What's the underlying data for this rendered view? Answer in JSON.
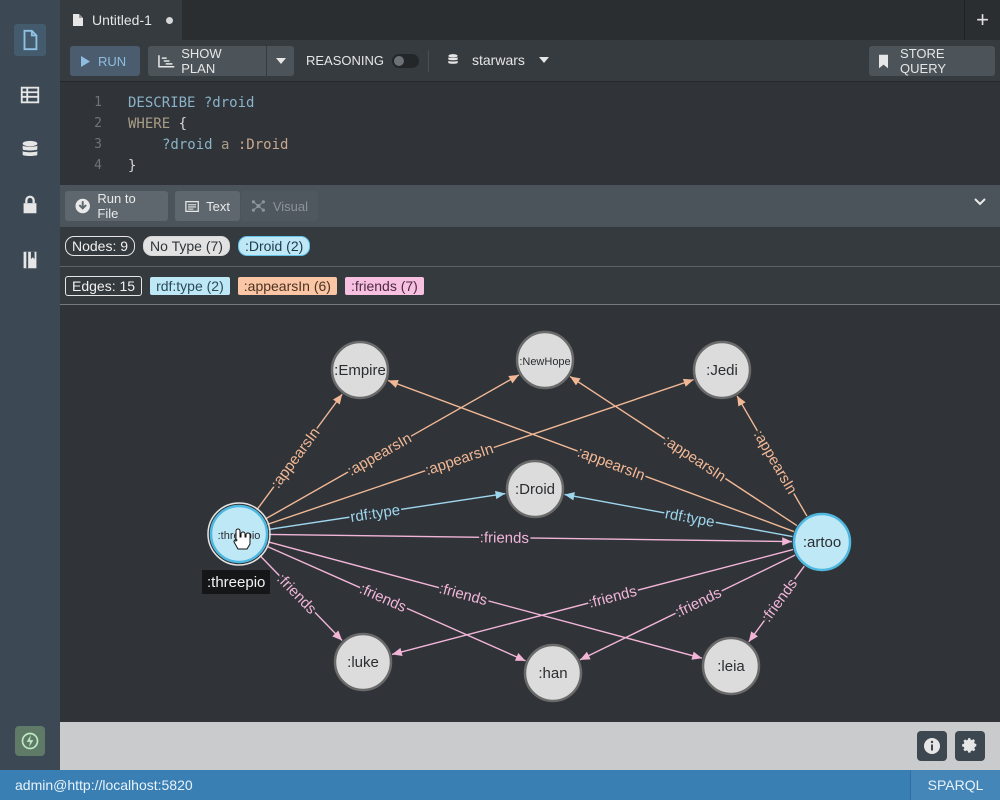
{
  "tab": {
    "title": "Untitled-1"
  },
  "toolbar": {
    "run_label": "RUN",
    "show_plan_label": "SHOW PLAN",
    "reasoning_label": "REASONING",
    "reasoning_enabled": false,
    "database": "starwars",
    "store_query_label": "STORE QUERY"
  },
  "editor": {
    "lines": [
      {
        "num": "1",
        "kw": "DESCRIBE",
        "rest": " ?droid"
      },
      {
        "num": "2",
        "kw": "WHERE",
        "rest": " {"
      },
      {
        "num": "3",
        "var": "?droid",
        "a": " a ",
        "pname": ":Droid"
      },
      {
        "num": "4",
        "rest": "}"
      }
    ]
  },
  "results": {
    "run_to_file_label": "Run to File",
    "text_label": "Text",
    "visual_label": "Visual"
  },
  "filters": {
    "nodes": "Nodes: 9",
    "node_types": [
      "No Type (7)",
      ":Droid (2)"
    ],
    "edges": "Edges: 15",
    "edge_types": [
      "rdf:type (2)",
      ":appearsIn (6)",
      ":friends (7)"
    ]
  },
  "graph": {
    "nodes": [
      {
        "id": "empire",
        "label": ":Empire",
        "type": "none"
      },
      {
        "id": "newhope",
        "label": ":NewHope",
        "type": "none"
      },
      {
        "id": "jedi",
        "label": ":Jedi",
        "type": "none"
      },
      {
        "id": "droid",
        "label": ":Droid",
        "type": "none"
      },
      {
        "id": "threepio",
        "label": ":threepio",
        "type": "droid"
      },
      {
        "id": "artoo",
        "label": ":artoo",
        "type": "droid"
      },
      {
        "id": "luke",
        "label": ":luke",
        "type": "none"
      },
      {
        "id": "han",
        "label": ":han",
        "type": "none"
      },
      {
        "id": "leia",
        "label": ":leia",
        "type": "none"
      }
    ],
    "edges": [
      {
        "from": "threepio",
        "to": "empire",
        "label": ":appearsIn",
        "kind": "appearsIn"
      },
      {
        "from": "threepio",
        "to": "newhope",
        "label": ":appearsIn",
        "kind": "appearsIn"
      },
      {
        "from": "threepio",
        "to": "jedi",
        "label": ":appearsIn",
        "kind": "appearsIn"
      },
      {
        "from": "artoo",
        "to": "empire",
        "label": ":appearsIn",
        "kind": "appearsIn"
      },
      {
        "from": "artoo",
        "to": "newhope",
        "label": ":appearsIn",
        "kind": "appearsIn"
      },
      {
        "from": "artoo",
        "to": "jedi",
        "label": ":appearsIn",
        "kind": "appearsIn"
      },
      {
        "from": "threepio",
        "to": "droid",
        "label": "rdf:type",
        "kind": "type"
      },
      {
        "from": "artoo",
        "to": "droid",
        "label": "rdf:type",
        "kind": "type"
      },
      {
        "from": "threepio",
        "to": "artoo",
        "label": ":friends",
        "kind": "friends"
      },
      {
        "from": "threepio",
        "to": "luke",
        "label": ":friends",
        "kind": "friends"
      },
      {
        "from": "threepio",
        "to": "han",
        "label": ":friends",
        "kind": "friends"
      },
      {
        "from": "threepio",
        "to": "leia",
        "label": ":friends",
        "kind": "friends"
      },
      {
        "from": "artoo",
        "to": "luke",
        "label": ":friends",
        "kind": "friends"
      },
      {
        "from": "artoo",
        "to": "han",
        "label": ":friends",
        "kind": "friends"
      },
      {
        "from": "artoo",
        "to": "leia",
        "label": ":friends",
        "kind": "friends"
      }
    ],
    "hover_tooltip": ":threepio"
  },
  "colors": {
    "appearsIn": "#f2b896",
    "type": "#9fd6ef",
    "friends": "#f2b5d8",
    "droid_fill": "#bfe8f7",
    "droid_stroke": "#4fb8e0",
    "node_fill": "#dcdcdc",
    "node_stroke": "#6a6a6a"
  },
  "status": {
    "connection": "admin@http://localhost:5820",
    "language": "SPARQL"
  }
}
